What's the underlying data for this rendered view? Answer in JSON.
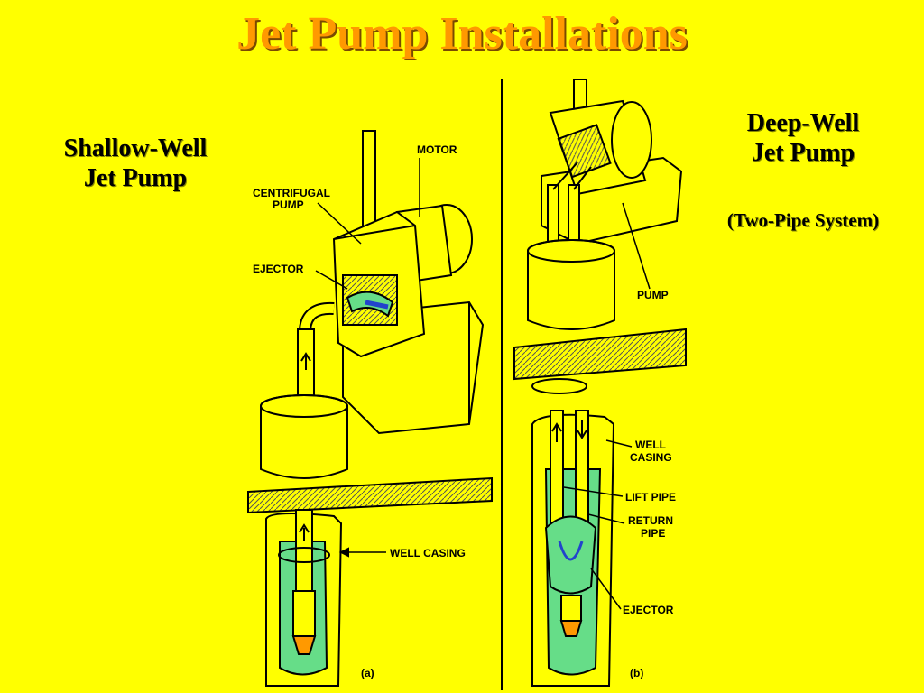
{
  "title": "Jet Pump Installations",
  "left_caption": {
    "line1": "Shallow-Well",
    "line2": "Jet Pump"
  },
  "right_caption": {
    "line1": "Deep-Well",
    "line2": "Jet Pump",
    "sub": "(Two-Pipe System)"
  },
  "labels_a": {
    "motor": "MOTOR",
    "centrifugal_1": "CENTRIFUGAL",
    "centrifugal_2": "PUMP",
    "ejector": "EJECTOR",
    "well_casing": "WELL CASING",
    "panel": "(a)"
  },
  "labels_b": {
    "pump": "PUMP",
    "well_1": "WELL",
    "well_2": "CASING",
    "lift_pipe": "LIFT PIPE",
    "return_1": "RETURN",
    "return_2": "PIPE",
    "ejector": "EJECTOR",
    "panel": "(b)"
  },
  "colors": {
    "background": "#FFFF00",
    "title": "#FF9900",
    "water": "#66DD88",
    "ink": "#000000"
  }
}
